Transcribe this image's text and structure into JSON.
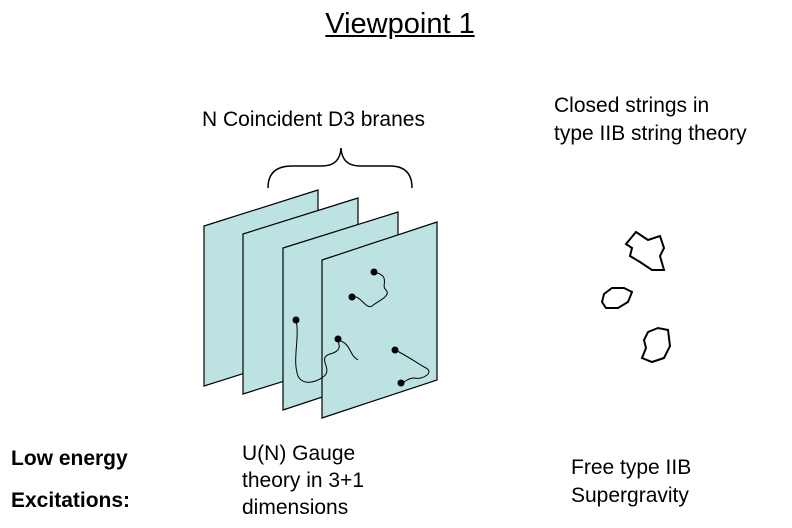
{
  "title": "Viewpoint 1",
  "branes": {
    "label": "N Coincident D3 branes",
    "plane_fill": "#bde2e2"
  },
  "closed_strings": {
    "label_lines": [
      "Closed strings in",
      "type IIB string theory"
    ]
  },
  "rows": {
    "low_energy": "Low energy",
    "excitations": "Excitations:"
  },
  "gauge": {
    "lines": [
      "U(N) Gauge",
      "theory in 3+1",
      "dimensions"
    ]
  },
  "sugra": {
    "lines": [
      "Free type IIB",
      "Supergravity"
    ]
  }
}
